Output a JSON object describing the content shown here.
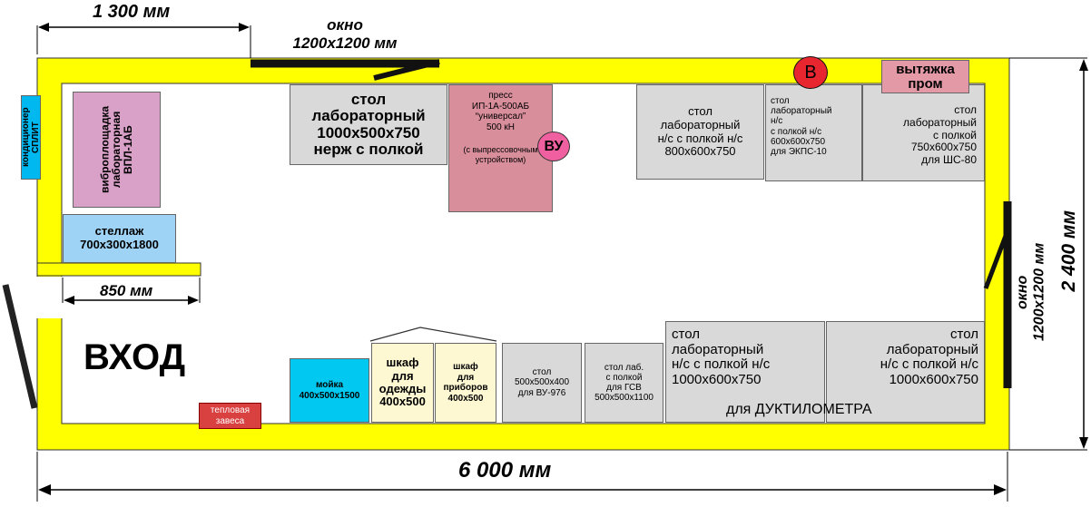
{
  "colors": {
    "wall": "#ffff00",
    "floor": "#ffffff",
    "table_gray": "#d9d9d9",
    "press_pink": "#d98e9b",
    "vibro_pink": "#d9a0c8",
    "rack_blue": "#9fd3f5",
    "sink_cyan": "#00c8f0",
    "cabinet_cream": "#fdf7d2",
    "curtain_red": "#d94040",
    "hood_pink": "#e39aa6",
    "valve_red": "#e8262f",
    "vu_pink": "#f060a0"
  },
  "dimensions": {
    "top_width": "1 300 мм",
    "shelf_width": "850 мм",
    "total_length": "6 000 мм",
    "total_width": "2 400 мм"
  },
  "windows": {
    "top_label_line1": "окно",
    "top_label_line2": "1200x1200 мм",
    "right_label_line1": "окно",
    "right_label_line2": "1200x1200 мм"
  },
  "entrance": {
    "label": "ВХОД"
  },
  "equipment": {
    "conditioner": "кондиционер\nСПЛИТ",
    "vibro": "виброплощадка\nлабораторная\nВПЛ-1АБ",
    "rack": "стеллаж\n700x300x1800",
    "table_steel": "стол\nлабораторный\n1000x500x750\nнерж с полкой",
    "press_title": "пресс\nИП-1А-500АБ\n“универсал”\n500 кН",
    "press_note": "(с выпрессовочным\nустройством)",
    "vu_badge": "ВУ",
    "valve_badge": "В",
    "hood": "вытяжка\nпром",
    "table_right1": "стол\nлабораторный\nн/с с полкой н/с\n800x600x750",
    "table_ekps": "стол\nлабораторный\nн/с\nс полкой н/с\n600x600x750\nдля ЭКПС-10",
    "table_shs": "стол\nлабораторный\nс полкой\n750x600x750\nдля ШС-80",
    "sink": "мойка\n400x500x1500",
    "cab_clothes": "шкаф\nдля\nодежды\n400x500",
    "cab_devices": "шкаф\nдля\nприборов\n400x500",
    "table_vu976": "стол\n500x500x400\nдля ВУ-976",
    "table_gsv": "стол лаб.\nс полкой\nдля ГСВ\n500x500x1100",
    "table_bottom1": "стол\nлабораторный\nн/с с полкой н/с\n1000x600x750",
    "table_bottom2": "стол\nлабораторный\nн/с с полкой н/с\n1000x600x750",
    "ductilometer": "для ДУКТИЛОМЕТРА",
    "heat_curtain": "тепловая\nзавеса"
  }
}
